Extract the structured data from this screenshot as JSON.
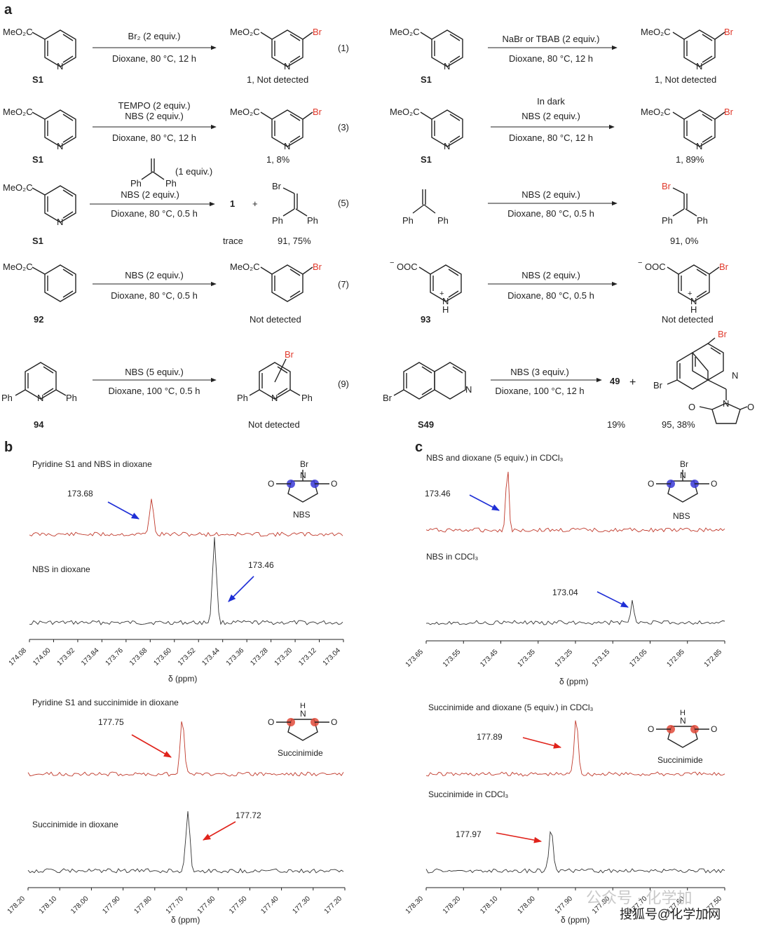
{
  "panel_labels": {
    "a": "a",
    "b": "b",
    "c": "c"
  },
  "atoms": {
    "br": "Br",
    "n": "N",
    "o": "O",
    "h": "H",
    "ph": "Ph",
    "plus": "+",
    "minus": "−"
  },
  "chem": {
    "meo2c": "MeO₂C",
    "ooc": "OOC",
    "s1": "S1",
    "reactions": {
      "r1": {
        "above": "Br₂ (2 equiv.)",
        "below": "Dioxane, 80 °C, 12 h",
        "eq": "(1)",
        "product": "1, Not detected"
      },
      "r2": {
        "above": "NaBr or TBAB (2 equiv.)",
        "below": "Dioxane, 80 °C, 12 h",
        "product": "1, Not detected"
      },
      "r3": {
        "above1": "TEMPO (2 equiv.)",
        "above2": "NBS (2 equiv.)",
        "below": "Dioxane, 80 °C, 12 h",
        "eq": "(3)",
        "product": "1, 8%"
      },
      "r4": {
        "above1": "In dark",
        "above2": "NBS (2 equiv.)",
        "below": "Dioxane, 80 °C, 12 h",
        "product": "1, 89%"
      },
      "r5": {
        "above0": "(1 equiv.)",
        "above2": "NBS (2 equiv.)",
        "below": "Dioxane, 80 °C, 0.5 h",
        "eq": "(5)",
        "p1": "1",
        "plus": "+",
        "trace": "trace",
        "product": "91, 75%"
      },
      "r6": {
        "above": "NBS (2 equiv.)",
        "below": "Dioxane, 80 °C, 0.5 h",
        "product": "91, 0%"
      },
      "r7": {
        "above": "NBS (2 equiv.)",
        "below": "Dioxane, 80 °C, 0.5 h",
        "eq": "(7)",
        "label": "92",
        "product": "Not detected"
      },
      "r8": {
        "above": "NBS (2 equiv.)",
        "below": "Dioxane, 80 °C, 0.5 h",
        "label": "93",
        "product": "Not detected"
      },
      "r9": {
        "above": "NBS (5 equiv.)",
        "below": "Dioxane, 100 °C, 0.5 h",
        "eq": "(9)",
        "label": "94",
        "product": "Not detected"
      },
      "r10": {
        "above": "NBS (3 equiv.)",
        "below": "Dioxane, 100 °C, 12 h",
        "label": "S49",
        "p1": "49",
        "plus": "+",
        "yield1": "19%",
        "product": "95, 38%"
      }
    }
  },
  "spectra": {
    "b_top": {
      "trace1_title": "Pyridine S1 and NBS in dioxane",
      "trace1_peak": "173.68",
      "trace2_title": "NBS in dioxane",
      "trace2_peak": "173.46",
      "structure": "NBS",
      "xlabel": "δ (ppm)",
      "ticks": [
        "174.08",
        "174.00",
        "173.92",
        "173.84",
        "173.76",
        "173.68",
        "173.60",
        "173.52",
        "173.44",
        "173.36",
        "173.28",
        "173.20",
        "173.12",
        "173.04"
      ]
    },
    "b_bottom": {
      "trace1_title": "Pyridine S1 and succinimide in dioxane",
      "trace1_peak": "177.75",
      "trace2_title": "Succinimide in dioxane",
      "trace2_peak": "177.72",
      "structure": "Succinimide",
      "xlabel": "δ (ppm)",
      "ticks": [
        "178.20",
        "178.10",
        "178.00",
        "177.90",
        "177.80",
        "177.70",
        "177.60",
        "177.50",
        "177.40",
        "177.30",
        "177.20"
      ]
    },
    "c_top": {
      "trace1_title": "NBS and dioxane (5 equiv.) in CDCl₃",
      "trace1_peak": "173.46",
      "trace2_title": "NBS in CDCl₃",
      "trace2_peak": "173.04",
      "structure": "NBS",
      "xlabel": "δ (ppm)",
      "ticks": [
        "173.65",
        "173.55",
        "173.45",
        "173.35",
        "173.25",
        "173.15",
        "173.05",
        "172.95",
        "172.85"
      ]
    },
    "c_bottom": {
      "trace1_title": "Succinimide and dioxane (5 equiv.) in CDCl₃",
      "trace1_peak": "177.89",
      "trace2_title": "Succinimide in CDCl₃",
      "trace2_peak": "177.97",
      "structure": "Succinimide",
      "xlabel": "δ (ppm)",
      "ticks": [
        "178.30",
        "178.20",
        "178.10",
        "178.00",
        "177.90",
        "177.80",
        "177.70",
        "177.60",
        "177.50"
      ]
    }
  },
  "colors": {
    "red_trace": "#c0392b",
    "black_trace": "#333333",
    "blue_arrow": "#1f2fd6",
    "red_arrow": "#e0231b",
    "bromine": "#e03a2c"
  },
  "watermark": {
    "wechat": "公众号 · 化学加",
    "sohu": "搜狐号@化学加网"
  }
}
